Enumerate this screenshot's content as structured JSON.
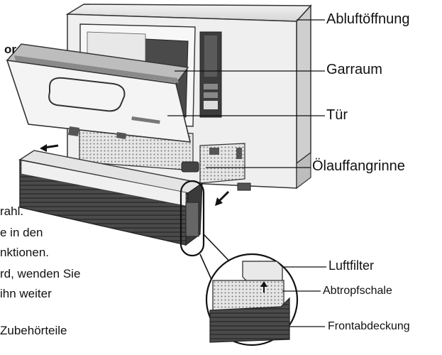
{
  "labels": {
    "abluft": "Abluftöffnung",
    "garraum": "Garraum",
    "tuer": "Tür",
    "oelauffang": "Ölauffangrinne",
    "luftfilter": "Luftfilter",
    "abtropf": "Abtropfschale",
    "frontabdeckung": "Frontabdeckung"
  },
  "background_text": {
    "top_fragment": "or",
    "line1": "rahl.",
    "line2": "e in den",
    "line3": "nktionen.",
    "line4": "rd, wenden Sie",
    "line5": "ihn weiter",
    "line6": "Zubehörteile"
  }
}
